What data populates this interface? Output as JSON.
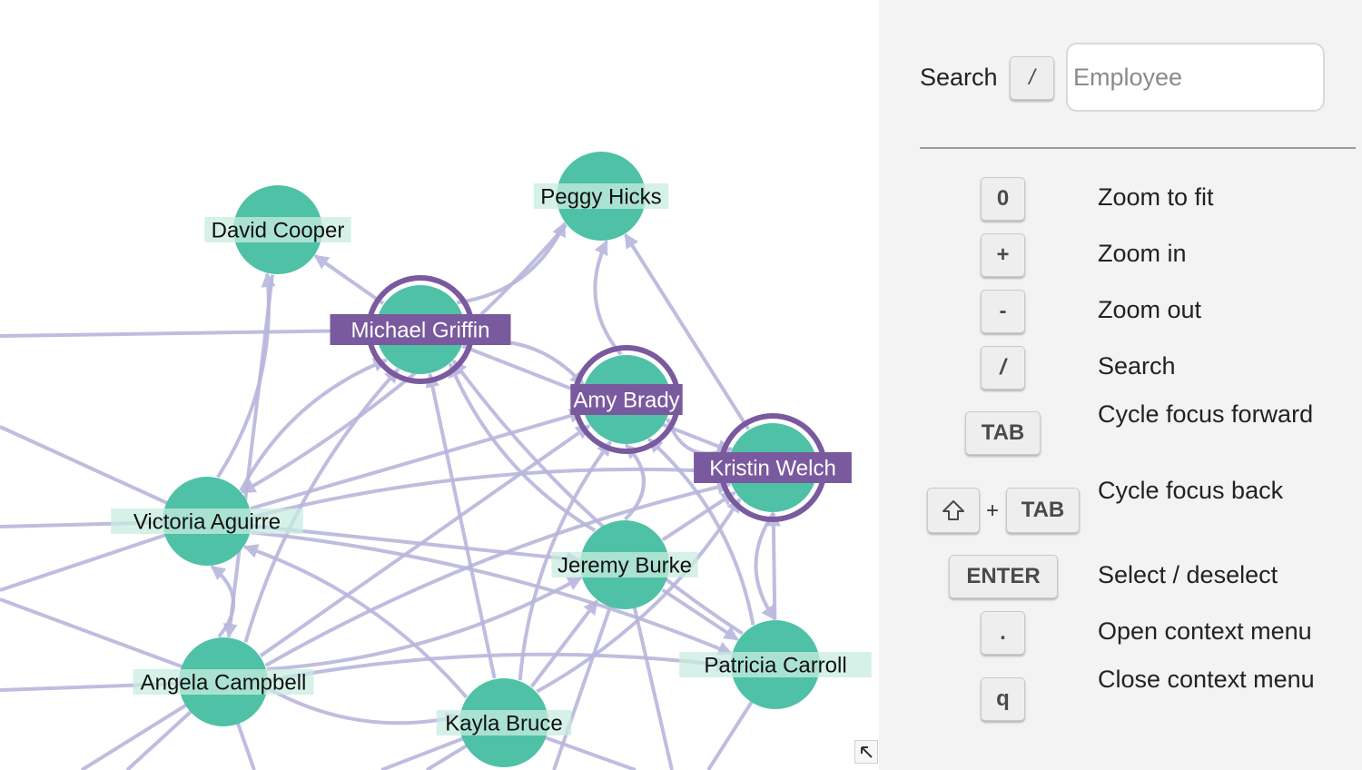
{
  "graph": {
    "colors": {
      "node": "#4fc1a6",
      "selected_ring": "#7a5a9e",
      "edge": "#b9b6dc",
      "label_band": "#c8ece0"
    },
    "nodes": [
      {
        "id": "david",
        "label": "David Cooper",
        "selected": false
      },
      {
        "id": "peggy",
        "label": "Peggy Hicks",
        "selected": false
      },
      {
        "id": "michael",
        "label": "Michael Griffin",
        "selected": true
      },
      {
        "id": "amy",
        "label": "Amy Brady",
        "selected": true
      },
      {
        "id": "kristin",
        "label": "Kristin Welch",
        "selected": true
      },
      {
        "id": "victoria",
        "label": "Victoria Aguirre",
        "selected": false
      },
      {
        "id": "jeremy",
        "label": "Jeremy Burke",
        "selected": false
      },
      {
        "id": "angela",
        "label": "Angela Campbell",
        "selected": false
      },
      {
        "id": "patricia",
        "label": "Patricia Carroll",
        "selected": false
      },
      {
        "id": "kayla",
        "label": "Kayla Bruce",
        "selected": false
      }
    ]
  },
  "search": {
    "label": "Search",
    "shortcut": "/",
    "placeholder": "Employee"
  },
  "shortcuts": [
    {
      "keys": [
        "0"
      ],
      "description": "Zoom to fit"
    },
    {
      "keys": [
        "+"
      ],
      "description": "Zoom in"
    },
    {
      "keys": [
        "-"
      ],
      "description": "Zoom out"
    },
    {
      "keys": [
        "/"
      ],
      "description": "Search"
    },
    {
      "keys": [
        "TAB"
      ],
      "description": "Cycle focus forward"
    },
    {
      "keys": [
        "shift-icon",
        "TAB"
      ],
      "joiner": "+",
      "description": "Cycle focus back"
    },
    {
      "keys": [
        "ENTER"
      ],
      "description": "Select / deselect"
    },
    {
      "keys": [
        "."
      ],
      "description": "Open context menu"
    },
    {
      "keys": [
        "q"
      ],
      "description": "Close context menu"
    }
  ]
}
